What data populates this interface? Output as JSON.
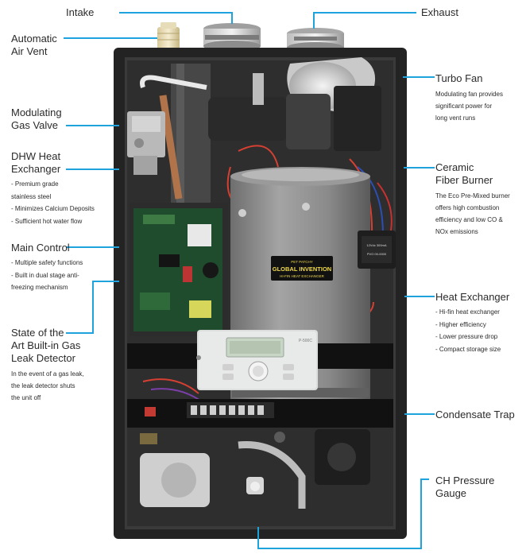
{
  "colors": {
    "callout_line": "#1ea3dd",
    "cabinet": "#232323",
    "tank": "#8b8b8b"
  },
  "callouts": {
    "intake": {
      "title": "Intake"
    },
    "exhaust": {
      "title": "Exhaust"
    },
    "air_vent": {
      "title": "Automatic\nAir Vent"
    },
    "turbo_fan": {
      "title": "Turbo Fan",
      "desc": "Modulating fan provides\nsignificant power for\nlong vent runs"
    },
    "gas_valve": {
      "title": "Modulating\nGas Valve"
    },
    "dhw": {
      "title": "DHW Heat\nExchanger",
      "bullets": [
        "- Premium grade\n  stainless steel",
        "- Minimizes Calcium Deposits",
        "- Sufficient hot water flow"
      ]
    },
    "burner": {
      "title": "Ceramic\nFiber Burner",
      "desc": "The Eco Pre-Mixed burner\noffers high combustion\nefficiency and low CO &\nNOx emissions"
    },
    "main_control": {
      "title": "Main Control",
      "bullets": [
        "- Multiple safety functions",
        "- Built in dual stage anti-\n  freezing mechanism"
      ]
    },
    "heat_exchanger": {
      "title": "Heat Exchanger",
      "bullets": [
        "- Hi-fin heat exchanger",
        "- Higher efficiency",
        "- Lower pressure drop",
        "- Compact storage size"
      ]
    },
    "leak_detector": {
      "title": "State of the\nArt Built-in Gas\nLeak Detector",
      "desc": "In the event of a gas leak,\nthe leak detector shuts\nthe unit off"
    },
    "condensate": {
      "title": "Condensate Trap"
    },
    "ch_pressure": {
      "title": "CH Pressure\nGauge"
    }
  },
  "tank_label": {
    "line1": "PET PATCHY",
    "line2": "GLOBAL INVENTION",
    "line3": "HI-FIN HEAT EXCHANGER"
  },
  "panel_brand": "P-500C",
  "relay_label": {
    "line1": "12Vdc   300mA",
    "line2": "PVO 00-0000"
  }
}
